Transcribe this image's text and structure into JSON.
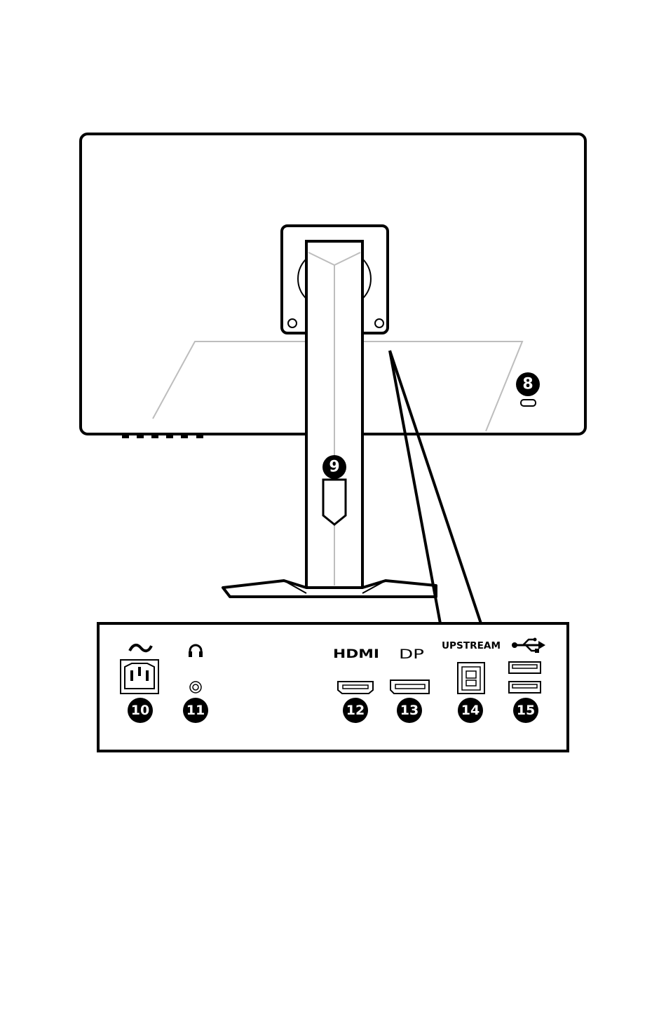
{
  "callouts": {
    "kensington_lock": "8",
    "cable_clip": "9",
    "power_jack": "10",
    "headphone_out": "11",
    "hdmi": "12",
    "displayport": "13",
    "usb_upstream": "14",
    "usb_downstream": "15"
  },
  "port_labels": {
    "hdmi": "HDMI",
    "dp": "DP",
    "upstream": "UPSTREAM"
  },
  "icons": {
    "power": "ac-tilde-icon",
    "headphone": "headphone-icon",
    "usb": "usb-trident-icon"
  },
  "colors": {
    "line": "#000000",
    "guide": "#bdbdbd",
    "badge": "#000000",
    "background": "#ffffff"
  }
}
